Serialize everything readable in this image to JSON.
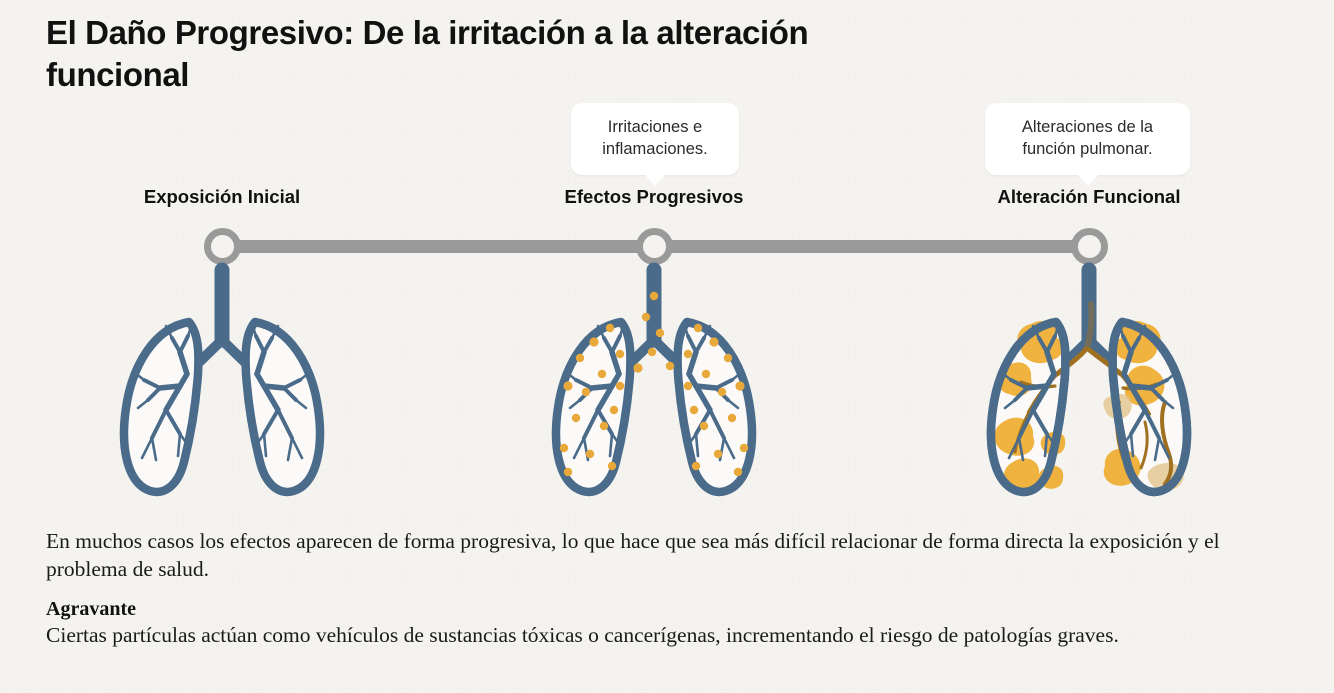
{
  "title": "El Daño Progresivo: De la irritación a la alteración funcional",
  "colors": {
    "background": "#f4f3ef",
    "title_text": "#111111",
    "timeline": "#9a9a9a",
    "lung_outline": "#4a6b8a",
    "particle_amber": "#e8a93a",
    "damage_brown": "#a07020",
    "tooltip_background": "#ffffff"
  },
  "stages": [
    {
      "label": "Exposición Inicial",
      "tooltip": null,
      "lung_state": "clean"
    },
    {
      "label": "Efectos Progresivos",
      "tooltip": "Irritaciones e inflamaciones.",
      "lung_state": "particles-scattered"
    },
    {
      "label": "Alteración Funcional",
      "tooltip": "Alteraciones de la función pulmonar.",
      "lung_state": "damaged-blotches"
    }
  ],
  "body": {
    "paragraph": "En muchos casos los efectos aparecen de forma progresiva, lo que hace que sea más difícil relacionar de forma directa la exposición y el problema de salud.",
    "agravante_heading": "Agravante",
    "agravante_text": "Ciertas partículas actúan como vehículos de sustancias tóxicas o cancerígenas, incrementando el riesgo de patologías graves."
  }
}
